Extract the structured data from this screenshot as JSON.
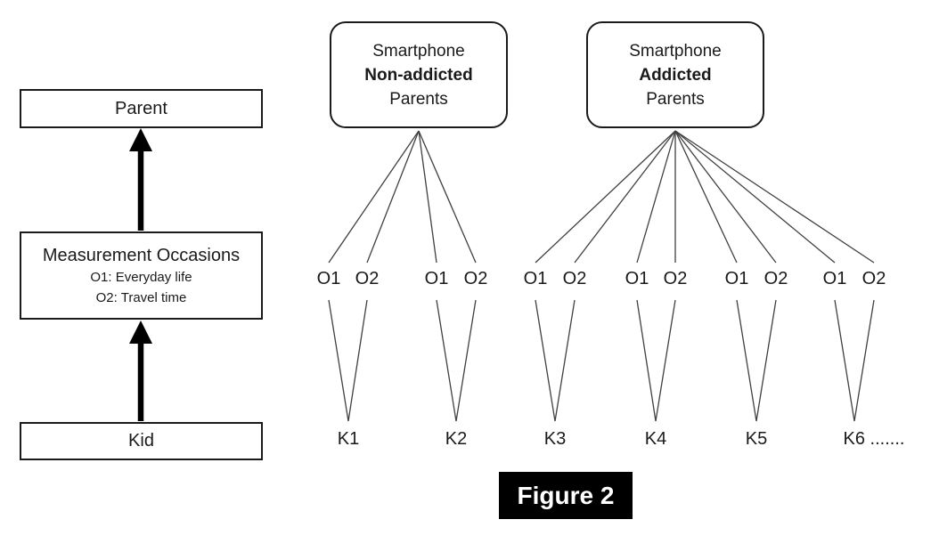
{
  "caption": "Figure 2",
  "left_panel": {
    "parent_box": "Parent",
    "measurement_box": {
      "title": "Measurement Occasions",
      "occasion1": "O1: Everyday life",
      "occasion2": "O2: Travel time"
    },
    "kid_box": "Kid"
  },
  "groups": [
    {
      "line1": "Smartphone",
      "line2": "Non-addicted",
      "line3": "Parents",
      "occasions": [
        "O1",
        "O2",
        "O1",
        "O2"
      ],
      "kids": [
        "K1",
        "K2"
      ]
    },
    {
      "line1": "Smartphone",
      "line2": "Addicted",
      "line3": "Parents",
      "occasions": [
        "O1",
        "O2",
        "O1",
        "O2",
        "O1",
        "O2",
        "O1",
        "O2"
      ],
      "kids": [
        "K3",
        "K4",
        "K5",
        "K6 ......."
      ]
    }
  ],
  "colors": {
    "line": "#404040",
    "arrow": "#000000",
    "caption_bg": "#000000",
    "caption_text": "#ffffff"
  }
}
